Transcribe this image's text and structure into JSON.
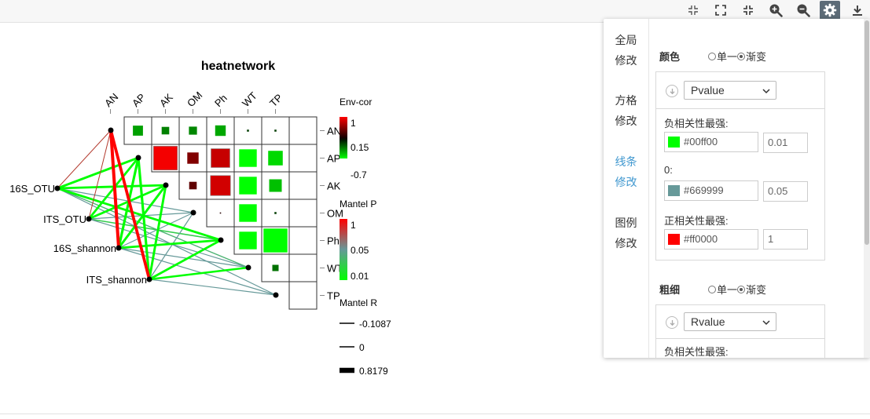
{
  "toolbar": {
    "buttons": [
      {
        "name": "restore-icon"
      },
      {
        "name": "fullscreen-icon"
      },
      {
        "name": "exit-fullscreen-icon"
      },
      {
        "name": "zoom-in-icon"
      },
      {
        "name": "zoom-out-icon"
      },
      {
        "name": "gear-icon"
      },
      {
        "name": "download-icon"
      }
    ]
  },
  "colors": {
    "negative": "#00ff00",
    "zero": "#669999",
    "positive": "#ff0000",
    "accent": "#3f97cf",
    "edge_dark_red": "#b33a2e",
    "node": "#000000"
  },
  "chart_data": {
    "type": "heatmap",
    "title": "heatnetwork",
    "env_vars": [
      "AN",
      "AP",
      "AK",
      "OM",
      "Ph",
      "WT",
      "TP"
    ],
    "species": [
      "16S_OTU",
      "ITS_OTU",
      "16S_shannon",
      "ITS_shannon"
    ],
    "cells": [
      {
        "r": "AN",
        "c": "AP",
        "v": -0.4
      },
      {
        "r": "AN",
        "c": "AK",
        "v": -0.3
      },
      {
        "r": "AN",
        "c": "OM",
        "v": -0.32
      },
      {
        "r": "AN",
        "c": "Ph",
        "v": -0.42
      },
      {
        "r": "AN",
        "c": "WT",
        "v": -0.08
      },
      {
        "r": "AN",
        "c": "TP",
        "v": -0.08
      },
      {
        "r": "AP",
        "c": "AK",
        "v": 0.95
      },
      {
        "r": "AP",
        "c": "OM",
        "v": 0.45
      },
      {
        "r": "AP",
        "c": "Ph",
        "v": 0.75
      },
      {
        "r": "AP",
        "c": "WT",
        "v": -0.7
      },
      {
        "r": "AP",
        "c": "TP",
        "v": -0.58
      },
      {
        "r": "AK",
        "c": "OM",
        "v": 0.3
      },
      {
        "r": "AK",
        "c": "Ph",
        "v": 0.8
      },
      {
        "r": "AK",
        "c": "WT",
        "v": -0.7
      },
      {
        "r": "AK",
        "c": "TP",
        "v": -0.5
      },
      {
        "r": "OM",
        "c": "Ph",
        "v": 0.05
      },
      {
        "r": "OM",
        "c": "WT",
        "v": -0.7
      },
      {
        "r": "OM",
        "c": "TP",
        "v": -0.08
      },
      {
        "r": "Ph",
        "c": "WT",
        "v": -0.7
      },
      {
        "r": "Ph",
        "c": "TP",
        "v": -0.95
      },
      {
        "r": "WT",
        "c": "TP",
        "v": -0.25
      }
    ],
    "edges": [
      {
        "from": "16S_OTU",
        "to": "AN",
        "p": 0.8,
        "r": 0.05
      },
      {
        "from": "16S_OTU",
        "to": "AP",
        "p": 0.01,
        "r": 0.55
      },
      {
        "from": "16S_OTU",
        "to": "AK",
        "p": 0.01,
        "r": 0.5
      },
      {
        "from": "16S_OTU",
        "to": "OM",
        "p": 0.05,
        "r": 0.1
      },
      {
        "from": "16S_OTU",
        "to": "Ph",
        "p": 0.01,
        "r": 0.5
      },
      {
        "from": "16S_OTU",
        "to": "WT",
        "p": 0.04,
        "r": 0.15
      },
      {
        "from": "16S_OTU",
        "to": "TP",
        "p": 0.05,
        "r": 0.1
      },
      {
        "from": "ITS_OTU",
        "to": "AN",
        "p": 0.8,
        "r": 0.05
      },
      {
        "from": "ITS_OTU",
        "to": "AP",
        "p": 0.01,
        "r": 0.5
      },
      {
        "from": "ITS_OTU",
        "to": "AK",
        "p": 0.01,
        "r": 0.5
      },
      {
        "from": "ITS_OTU",
        "to": "OM",
        "p": 0.05,
        "r": 0.1
      },
      {
        "from": "ITS_OTU",
        "to": "Ph",
        "p": 0.03,
        "r": 0.2
      },
      {
        "from": "ITS_OTU",
        "to": "WT",
        "p": 0.05,
        "r": 0.1
      },
      {
        "from": "16S_shannon",
        "to": "AN",
        "p": 1,
        "r": 0.8179
      },
      {
        "from": "16S_shannon",
        "to": "AP",
        "p": 0.01,
        "r": 0.6
      },
      {
        "from": "16S_shannon",
        "to": "AK",
        "p": 0.01,
        "r": 0.55
      },
      {
        "from": "16S_shannon",
        "to": "OM",
        "p": 0.05,
        "r": 0.1
      },
      {
        "from": "16S_shannon",
        "to": "Ph",
        "p": 0.01,
        "r": 0.5
      },
      {
        "from": "16S_shannon",
        "to": "WT",
        "p": 0.05,
        "r": 0.1
      },
      {
        "from": "16S_shannon",
        "to": "TP",
        "p": 0.05,
        "r": 0.1
      },
      {
        "from": "ITS_shannon",
        "to": "AN",
        "p": 1,
        "r": 0.75
      },
      {
        "from": "ITS_shannon",
        "to": "AP",
        "p": 0.01,
        "r": 0.6
      },
      {
        "from": "ITS_shannon",
        "to": "AK",
        "p": 0.01,
        "r": 0.55
      },
      {
        "from": "ITS_shannon",
        "to": "OM",
        "p": 0.05,
        "r": 0.1
      },
      {
        "from": "ITS_shannon",
        "to": "Ph",
        "p": 0.01,
        "r": 0.5
      },
      {
        "from": "ITS_shannon",
        "to": "WT",
        "p": 0.01,
        "r": 0.45
      },
      {
        "from": "ITS_shannon",
        "to": "TP",
        "p": 0.05,
        "r": 0.1
      }
    ],
    "legend_envcor": {
      "title": "Env-cor",
      "ticks": [
        "1",
        "0.15",
        "-0.7"
      ]
    },
    "legend_mantelp": {
      "title": "Mantel P",
      "ticks": [
        "1",
        "0.05",
        "0.01"
      ]
    },
    "legend_mantelr": {
      "title": "Mantel R",
      "ticks": [
        -0.1087,
        0,
        0.8179
      ],
      "labels": [
        "-0.1087",
        "0",
        "0.8179"
      ]
    }
  },
  "panel": {
    "nav": [
      {
        "label": "全局\n修改",
        "active": false
      },
      {
        "label": "方格\n修改",
        "active": false
      },
      {
        "label": "线条\n修改",
        "active": true
      },
      {
        "label": "图例\n修改",
        "active": false
      }
    ],
    "color_section": {
      "label": "颜色",
      "radio_single": "单一",
      "radio_gradient": "渐变",
      "select_value": "Pvalue",
      "neg_label": "负相关性最强:",
      "neg_color": "#00ff00",
      "neg_value": "0.01",
      "zero_label": "0:",
      "zero_color": "#669999",
      "zero_value": "0.05",
      "pos_label": "正相关性最强:",
      "pos_color": "#ff0000",
      "pos_value": "1"
    },
    "width_section": {
      "label": "粗细",
      "radio_single": "单一",
      "radio_gradient": "渐变",
      "select_value": "Rvalue",
      "neg_label": "负相关性最强:"
    }
  }
}
